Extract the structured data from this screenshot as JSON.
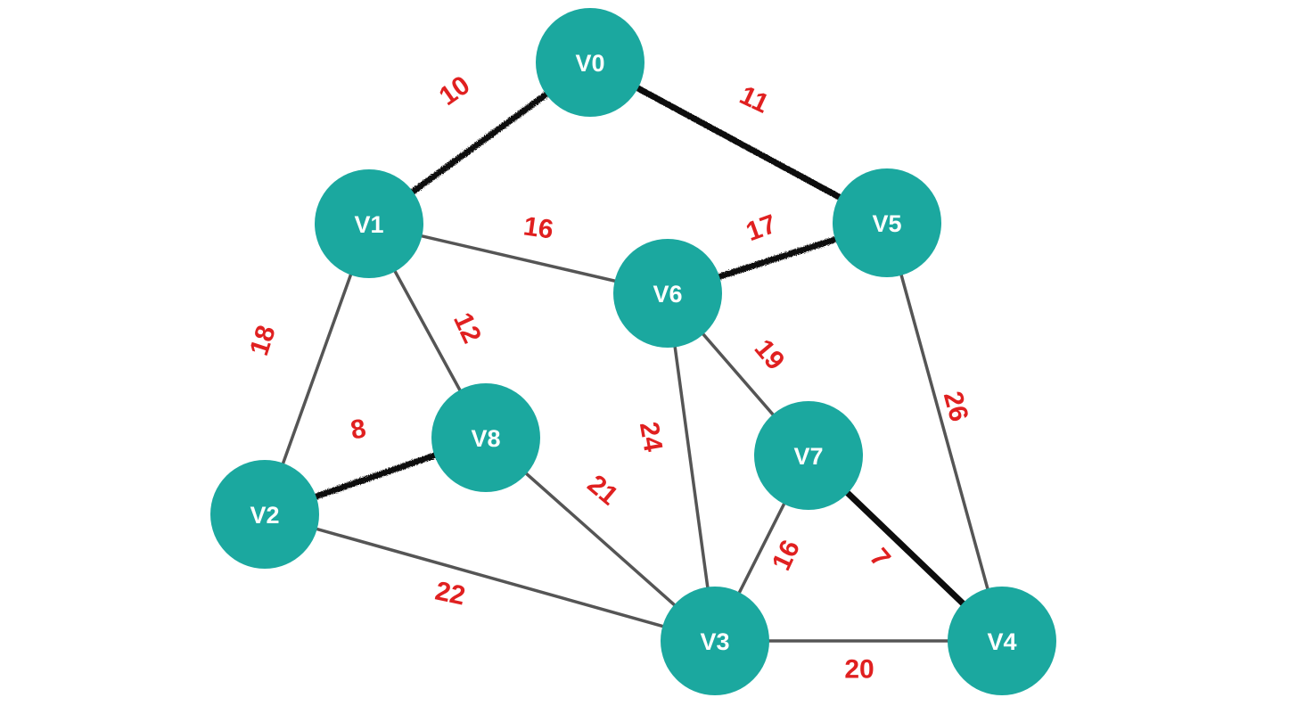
{
  "graph": {
    "nodes": [
      {
        "id": "V0",
        "label": "V0"
      },
      {
        "id": "V1",
        "label": "V1"
      },
      {
        "id": "V2",
        "label": "V2"
      },
      {
        "id": "V3",
        "label": "V3"
      },
      {
        "id": "V4",
        "label": "V4"
      },
      {
        "id": "V5",
        "label": "V5"
      },
      {
        "id": "V6",
        "label": "V6"
      },
      {
        "id": "V7",
        "label": "V7"
      },
      {
        "id": "V8",
        "label": "V8"
      }
    ],
    "edges": [
      {
        "from": "V0",
        "to": "V1",
        "weight": "10",
        "highlighted": true
      },
      {
        "from": "V0",
        "to": "V5",
        "weight": "11",
        "highlighted": true
      },
      {
        "from": "V1",
        "to": "V6",
        "weight": "16",
        "highlighted": false
      },
      {
        "from": "V6",
        "to": "V5",
        "weight": "17",
        "highlighted": true
      },
      {
        "from": "V1",
        "to": "V2",
        "weight": "18",
        "highlighted": false
      },
      {
        "from": "V1",
        "to": "V8",
        "weight": "12",
        "highlighted": false
      },
      {
        "from": "V6",
        "to": "V7",
        "weight": "19",
        "highlighted": false
      },
      {
        "from": "V5",
        "to": "V4",
        "weight": "26",
        "highlighted": false
      },
      {
        "from": "V6",
        "to": "V3",
        "weight": "24",
        "highlighted": false
      },
      {
        "from": "V2",
        "to": "V8",
        "weight": "8",
        "highlighted": true
      },
      {
        "from": "V8",
        "to": "V3",
        "weight": "21",
        "highlighted": false
      },
      {
        "from": "V2",
        "to": "V3",
        "weight": "22",
        "highlighted": false
      },
      {
        "from": "V7",
        "to": "V3",
        "weight": "16",
        "highlighted": false
      },
      {
        "from": "V7",
        "to": "V4",
        "weight": "7",
        "highlighted": true
      },
      {
        "from": "V3",
        "to": "V4",
        "weight": "20",
        "highlighted": false
      }
    ]
  },
  "colors": {
    "node_fill": "#1ba89f",
    "node_text": "#ffffff",
    "edge": "#555555",
    "highlight_edge": "#111111",
    "weight_text": "#e02020"
  }
}
